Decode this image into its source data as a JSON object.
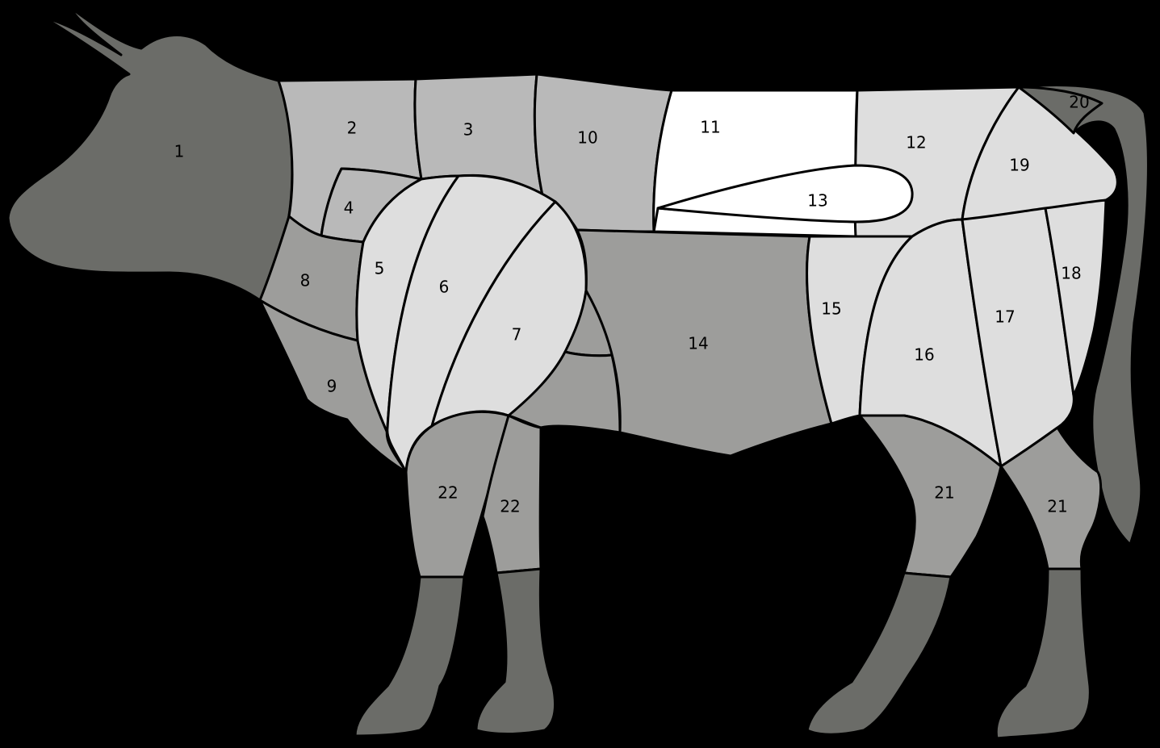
{
  "colors": {
    "background": "#000000",
    "outline": "#000000",
    "dark": "#6b6c68",
    "medium": "#9d9d9b",
    "light": "#b9b9b9",
    "lighter": "#dedede",
    "white": "#ffffff"
  },
  "labels": {
    "c1": "1",
    "c2": "2",
    "c3": "3",
    "c4": "4",
    "c5": "5",
    "c6": "6",
    "c7": "7",
    "c8": "8",
    "c9": "9",
    "c10": "10",
    "c11": "11",
    "c12": "12",
    "c13": "13",
    "c14": "14",
    "c15": "15",
    "c16": "16",
    "c17": "17",
    "c18": "18",
    "c19": "19",
    "c20": "20",
    "c21a": "21",
    "c21b": "21",
    "c22a": "22",
    "c22b": "22"
  }
}
